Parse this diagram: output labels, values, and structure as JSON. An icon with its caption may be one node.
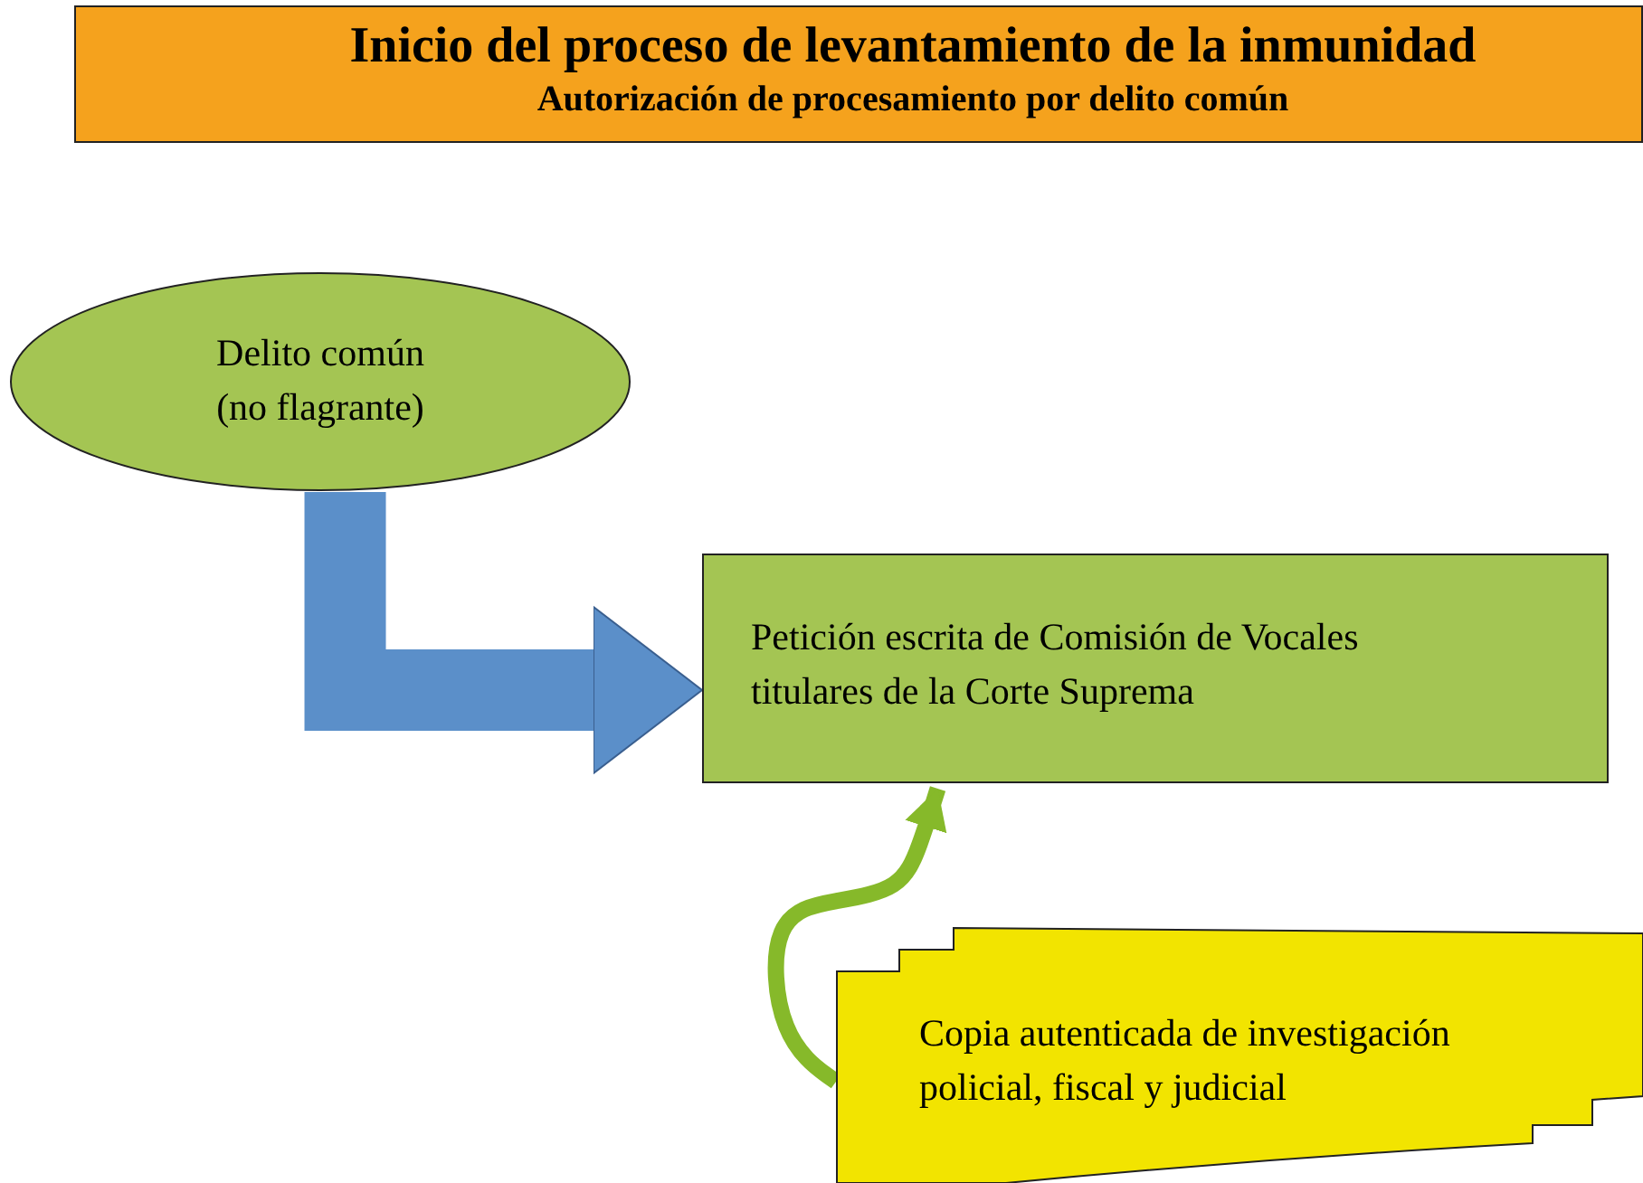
{
  "diagram": {
    "nodes": [
      {
        "text": [
          "Inicio del proceso de levantamiento de la inmunidad",
          "Autorización de procesamiento por delito común"
        ]
      },
      {
        "text": [
          "Delito común (no flagrante)"
        ]
      },
      {
        "text": [
          "Petición escrita de Comisión de Vocales titulares de la Corte Suprema"
        ]
      },
      {
        "text": [
          "Copia autenticada de investigación policial, fiscal y judicial"
        ]
      }
    ],
    "edges": [
      {
        "from": 1,
        "to": 2,
        "arrow": "to",
        "style": "thick",
        "color": "#5b8fc9"
      },
      {
        "from": 3,
        "to": 2,
        "arrow": "to",
        "color": "#86b92a"
      }
    ]
  }
}
